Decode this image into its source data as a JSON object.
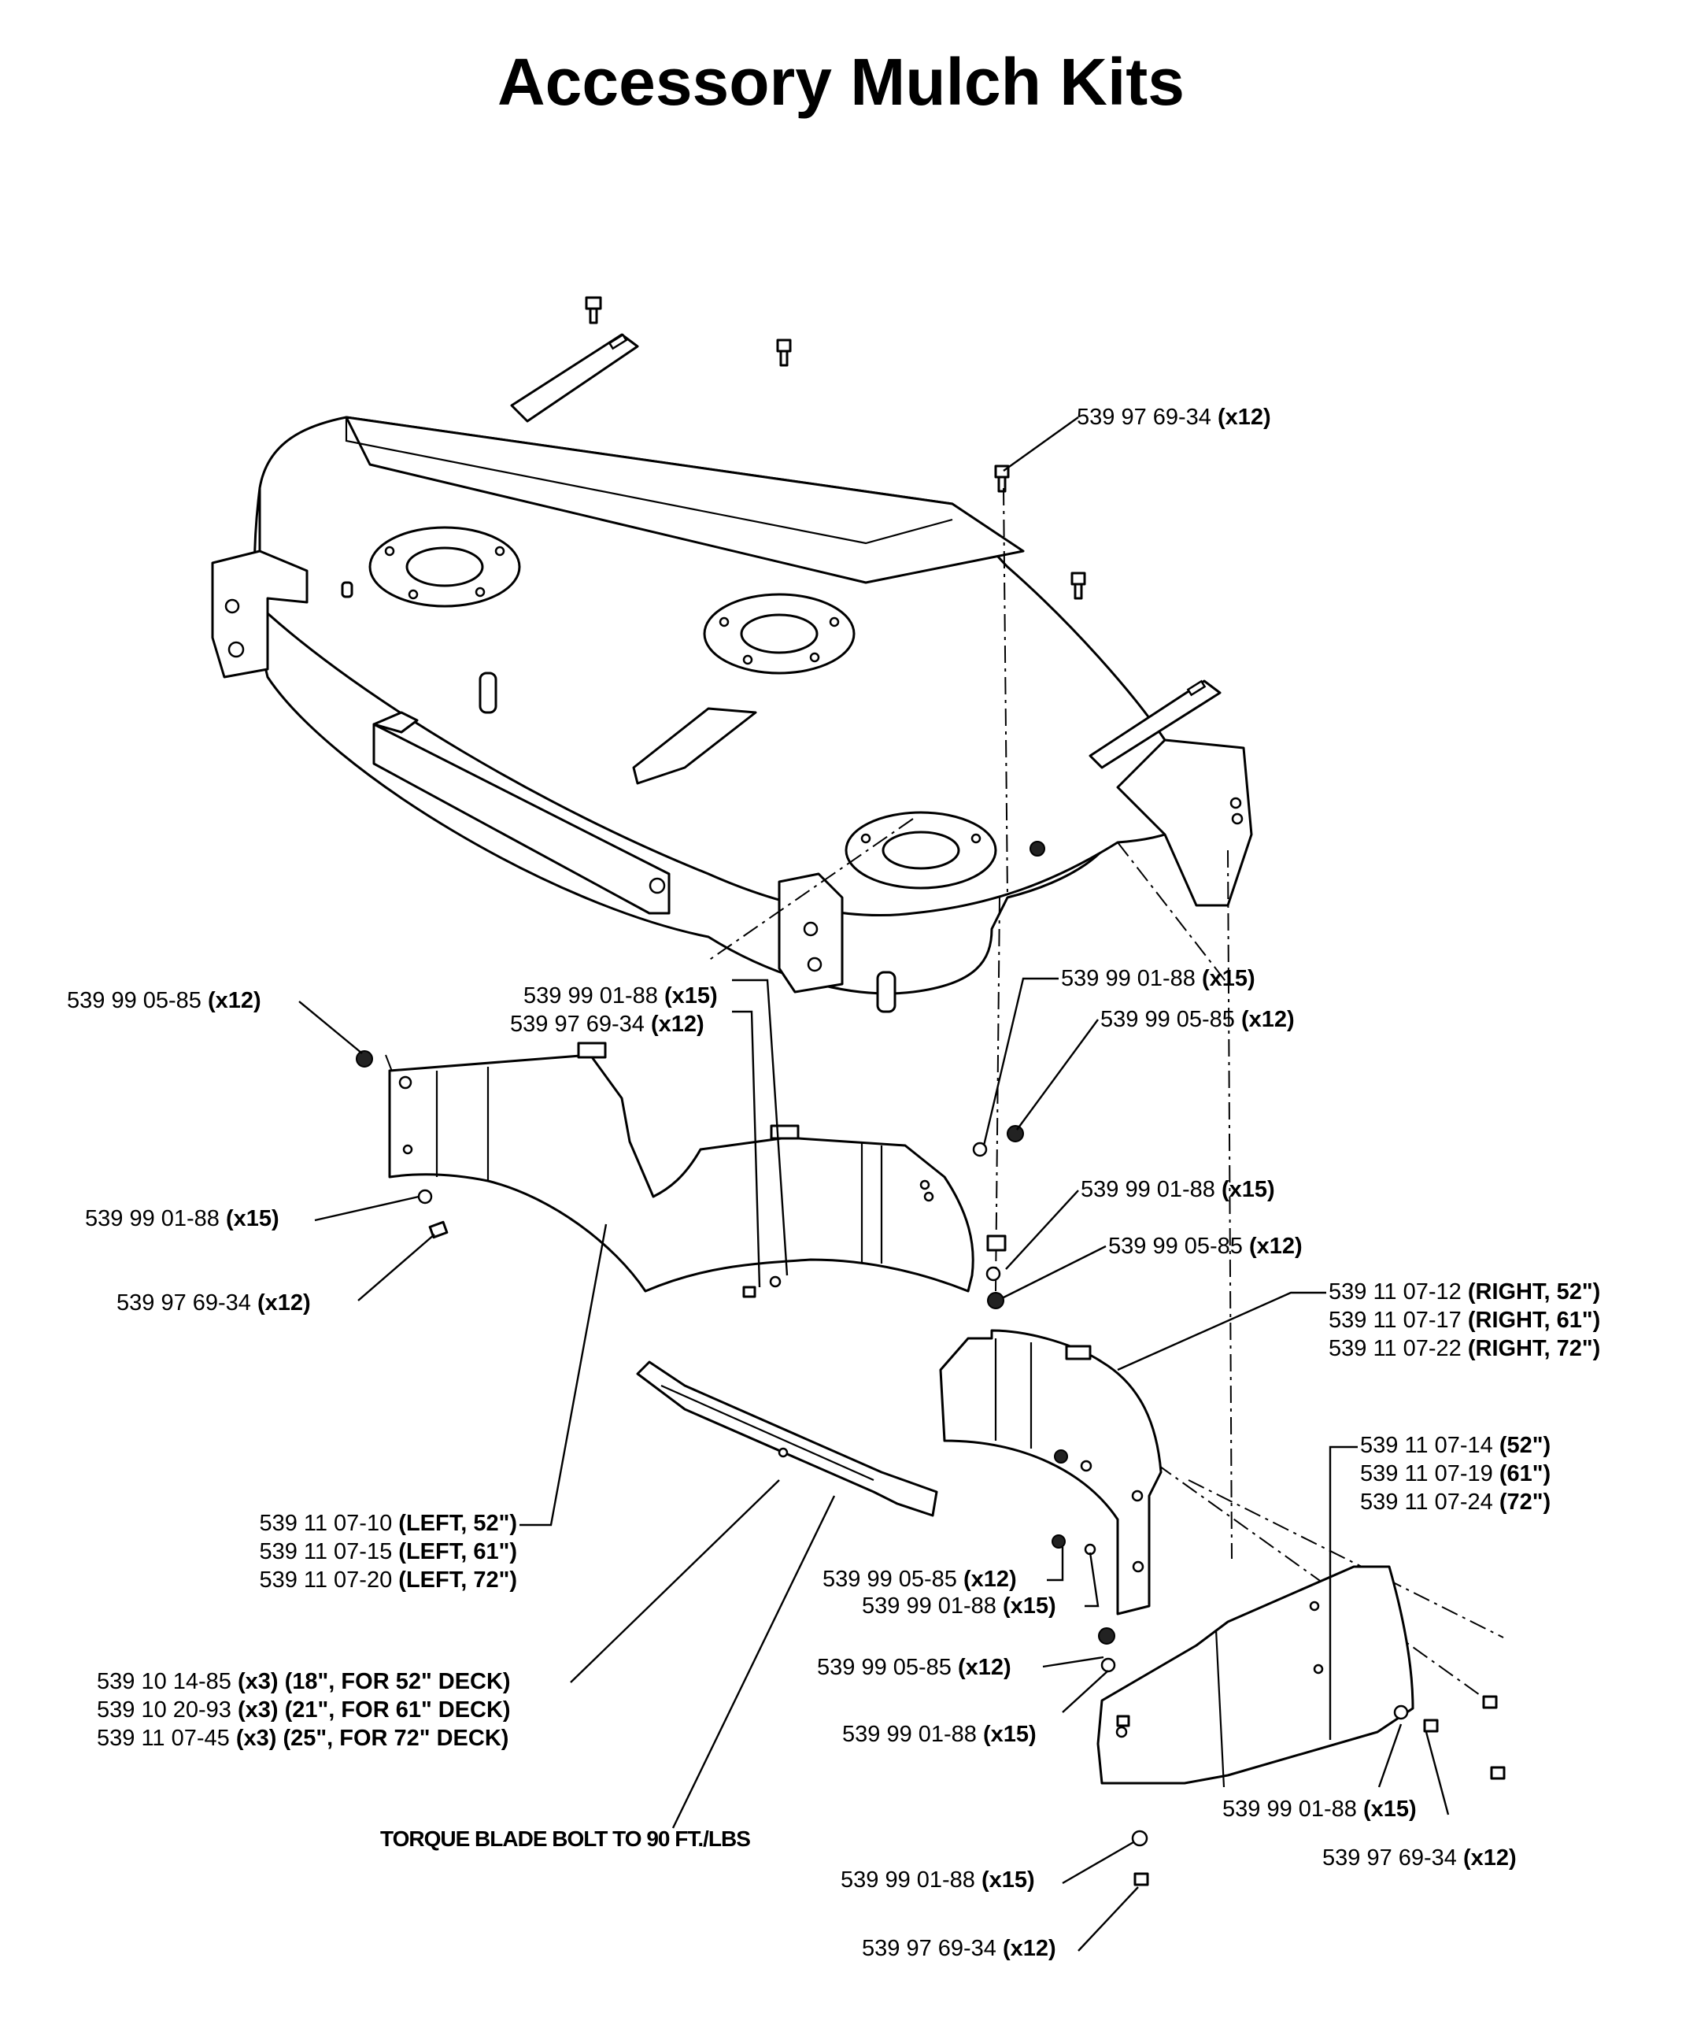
{
  "title": "Accessory Mulch Kits",
  "callouts": {
    "c1": {
      "pn": "539 97 69-34",
      "qty": "(x12)"
    },
    "c2": {
      "pn": "539 99 05-85",
      "qty": "(x12)"
    },
    "c3": {
      "pn": "539 99 01-88",
      "qty": "(x15)"
    },
    "c4": {
      "pn": "539 97 69-34",
      "qty": "(x12)"
    },
    "c5": {
      "pn": "539 99 01-88",
      "qty": "(x15)"
    },
    "c6": {
      "pn": "539 99 05-85",
      "qty": "(x12)"
    },
    "c7": {
      "pn": "539 99 01-88",
      "qty": "(x15)"
    },
    "c8": {
      "pn": "539 97 69-34",
      "qty": "(x12)"
    },
    "c9": {
      "pn": "539 99 01-88",
      "qty": "(x15)"
    },
    "c10": {
      "pn": "539 99 05-85",
      "qty": "(x12)"
    },
    "c11": {
      "pn": "539 99 05-85",
      "qty": "(x12)"
    },
    "c12": {
      "pn": "539 99 01-88",
      "qty": "(x15)"
    },
    "c13": {
      "pn": "539 99 05-85",
      "qty": "(x12)"
    },
    "c14": {
      "pn": "539 99 01-88",
      "qty": "(x15)"
    },
    "c15": {
      "pn": "539 99 01-88",
      "qty": "(x15)"
    },
    "c16": {
      "pn": "539 97 69-34",
      "qty": "(x12)"
    },
    "c17": {
      "pn": "539 99 01-88",
      "qty": "(x15)"
    },
    "c18": {
      "pn": "539 97 69-34",
      "qty": "(x12)"
    }
  },
  "right_baffle": [
    {
      "pn": "539 11 07-12",
      "spec": "(RIGHT, 52\")"
    },
    {
      "pn": "539 11 07-17",
      "spec": "(RIGHT, 61\")"
    },
    {
      "pn": "539 11 07-22",
      "spec": "(RIGHT, 72\")"
    }
  ],
  "end_plate": [
    {
      "pn": "539 11 07-14",
      "spec": "(52\")"
    },
    {
      "pn": "539 11 07-19",
      "spec": "(61\")"
    },
    {
      "pn": "539 11 07-24",
      "spec": "(72\")"
    }
  ],
  "left_baffle": [
    {
      "pn": "539 11 07-10",
      "spec": "(LEFT, 52\")"
    },
    {
      "pn": "539 11 07-15",
      "spec": "(LEFT, 61\")"
    },
    {
      "pn": "539 11 07-20",
      "spec": "(LEFT, 72\")"
    }
  ],
  "blades": [
    {
      "pn": "539 10 14-85",
      "qty": "(x3)",
      "spec": "(18\", FOR 52\" DECK)"
    },
    {
      "pn": "539 10 20-93",
      "qty": "(x3)",
      "spec": "(21\", FOR 61\" DECK)"
    },
    {
      "pn": "539 11 07-45",
      "qty": "(x3)",
      "spec": "(25\", FOR 72\" DECK)"
    }
  ],
  "torque_note": "TORQUE BLADE BOLT TO 90 FT./LBS"
}
